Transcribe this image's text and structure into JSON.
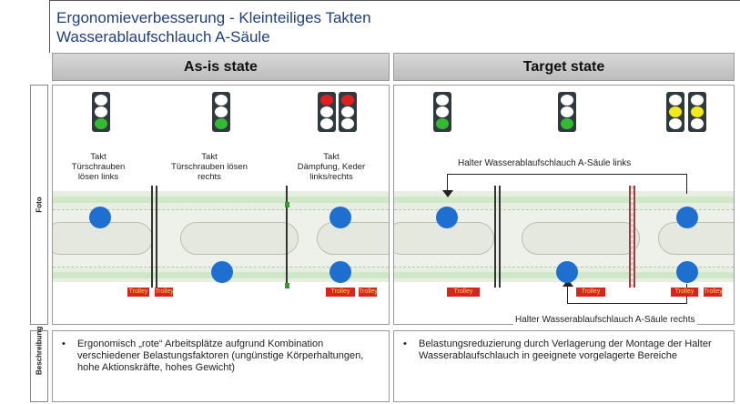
{
  "title": {
    "line1": "Ergonomieverbesserung - Kleinteiliges Takten",
    "line2": "Wasserablaufschlauch A-Säule"
  },
  "rail": {
    "foto_label": "Foto",
    "beschreibung_label": "Beschreibung"
  },
  "as_is": {
    "header": "As-is state",
    "stations": [
      {
        "label": "Takt\nTürschrauben\nlösen links",
        "light": [
          "white",
          "white",
          "green"
        ]
      },
      {
        "label": "Takt\nTürschrauben lösen\nrechts",
        "light": [
          "white",
          "white",
          "green"
        ]
      },
      {
        "label": "Takt\nDämpfung, Keder\nlinks/rechts",
        "light": [
          "red",
          "white",
          "white"
        ]
      }
    ],
    "trolley_label": "Trolley",
    "description": "Ergonomisch „rote“ Arbeitsplätze aufgrund Kombination verschiedener Belastungsfaktoren (ungünstige Körperhaltungen, hohe Aktionskräfte, hohes Gewicht)"
  },
  "target": {
    "header": "Target state",
    "stations": [
      {
        "light": [
          "white",
          "white",
          "green"
        ]
      },
      {
        "light": [
          "white",
          "white",
          "green"
        ]
      },
      {
        "light": [
          "white",
          "yellow",
          "white"
        ]
      }
    ],
    "arrow_top_label": "Halter Wasserablaufschlauch  A-Säule links",
    "arrow_bottom_label": "Halter Wasserablaufschlauch  A-Säule rechts",
    "trolley_label": "Trolley",
    "description": "Belastungsreduzierung durch Verlagerung der Montage der Halter Wasserablaufschlauch in geeignete vorgelagerte Bereiche"
  },
  "colors": {
    "title": "#1f3f7a",
    "dot": "#1f6fd1",
    "green_light": "#35b935",
    "red_light": "#e02020",
    "yellow_light": "#f5e81b"
  }
}
